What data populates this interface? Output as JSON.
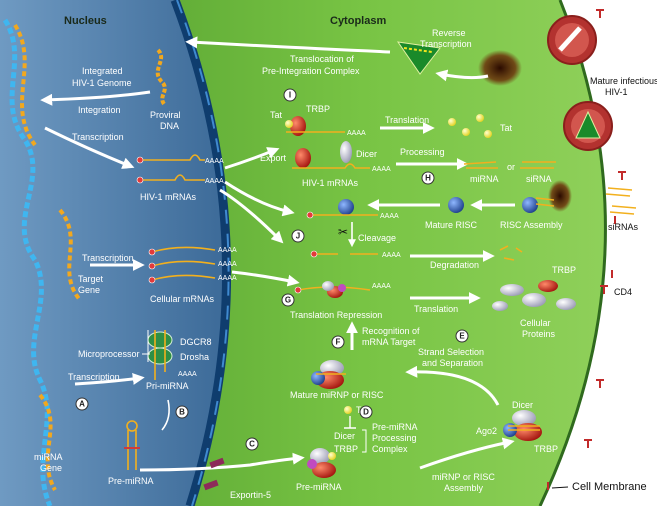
{
  "colors": {
    "nucleus": "#4d7aa8",
    "cytoplasm": "#6bbd3a",
    "membrane": "#1d5a8a",
    "rna": "#f2b01e",
    "virus": "#b3322f",
    "arrow": "#ffffff"
  },
  "regions": {
    "nucleus": "Nucleus",
    "cytoplasm": "Cytoplasm",
    "membrane": "Cell Membrane"
  },
  "labels": {
    "integrated_genome_1": "Integrated",
    "integrated_genome_2": "HIV-1 Genome",
    "proviral_1": "Proviral",
    "proviral_2": "DNA",
    "integration": "Integration",
    "transcription_1": "Transcription",
    "hiv_mrnas_nucleus": "HIV-1 mRNAs",
    "transcription_2": "Transcription",
    "target_gene_1": "Target",
    "target_gene_2": "Gene",
    "cellular_mrnas": "Cellular mRNAs",
    "microprocessor": "Microprocessor",
    "dgcr8": "DGCR8",
    "drosha": "Drosha",
    "transcription_3": "Transcription",
    "pri_mirna": "Pri-miRNA",
    "mirna_gene_1": "miRNA",
    "mirna_gene_2": "Gene",
    "pre_mirna_nucleus": "Pre-miRNA",
    "exportin": "Exportin-5",
    "translocation_1": "Translocation of",
    "translocation_2": "Pre-Integration Complex",
    "reverse_transcription_1": "Reverse",
    "reverse_transcription_2": "Transcription",
    "mature_hiv_1": "Mature infectious",
    "mature_hiv_2": "HIV-1",
    "tat_top": "Tat",
    "trbp_top": "TRBP",
    "translation_top": "Translation",
    "tat_product": "Tat",
    "export": "Export",
    "dicer_mid": "Dicer",
    "hiv_mrnas_cyto": "HIV-1 mRNAs",
    "processing": "Processing",
    "mirna": "miRNA",
    "or": "or",
    "sirna": "siRNA",
    "sirnas": "siRNAs",
    "mature_risc": "Mature RISC",
    "risc_assembly": "RISC Assembly",
    "cleavage": "Cleavage",
    "degradation": "Degradation",
    "trbp_proteins": "TRBP",
    "cd4": "CD4",
    "translation_repression": "Translation Repression",
    "translation_mid": "Translation",
    "cellular_proteins_1": "Cellular",
    "cellular_proteins_2": "Proteins",
    "recognition_1": "Recognition of",
    "recognition_2": "mRNA Target",
    "strand_1": "Strand Selection",
    "strand_2": "and Separation",
    "mature_mirnp": "Mature miRNP or RISC",
    "dicer_right": "Dicer",
    "ago2": "Ago2",
    "trbp_right": "TRBP",
    "tat_small": "Tat",
    "dicer_complex": "Dicer",
    "trbp_complex": "TRBP",
    "complex_1": "Pre-miRNA",
    "complex_2": "Processing",
    "complex_3": "Complex",
    "pre_mirna_cyto": "Pre-miRNA",
    "mirnp_assembly_1": "miRNP or RISC",
    "mirnp_assembly_2": "Assembly",
    "aaaa": "AAAA"
  },
  "steps": [
    "A",
    "B",
    "C",
    "D",
    "E",
    "F",
    "G",
    "H",
    "I",
    "J"
  ]
}
